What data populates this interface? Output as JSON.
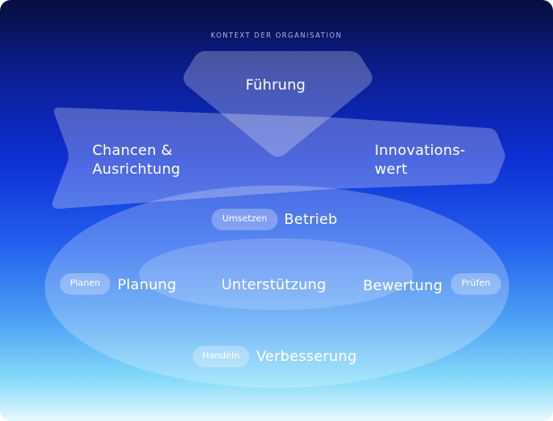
{
  "context_label": "KONTEXT DER ORGANISATION",
  "leadership": {
    "label": "Führung"
  },
  "band": {
    "left_label": "Chancen &\nAusrichtung",
    "right_label": "Innovations-\nwert"
  },
  "cycle": {
    "top": {
      "tag": "Umsetzen",
      "label": "Betrieb"
    },
    "left": {
      "tag": "Planen",
      "label": "Planung"
    },
    "center": {
      "label": "Unterstützung"
    },
    "right": {
      "label": "Bewertung",
      "tag": "Prüfen"
    },
    "bottom": {
      "tag": "Handeln",
      "label": "Verbesserung"
    }
  },
  "colors": {
    "background_top": "#070d3c",
    "background_mid": "#0d2fd4",
    "background_bottom": "#e6f8ff",
    "shape_fill": "#ffffff"
  }
}
